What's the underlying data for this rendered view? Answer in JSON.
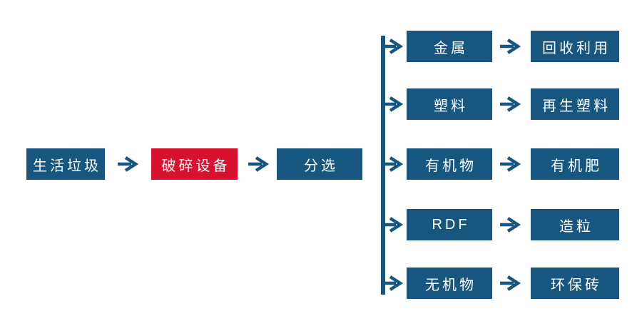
{
  "diagram": {
    "type": "flowchart",
    "title": "household-waste-processing-flow",
    "colors": {
      "node_blue": "#17567E",
      "node_red": "#D8112E",
      "connector_blue": "#17567E",
      "text_white": "#FFFFFF",
      "background": "#FFFFFF"
    },
    "main_flow": {
      "source_label": "生活垃圾",
      "process_label": "破碎设备",
      "sorting_label": "分选"
    },
    "branches": [
      {
        "output": "金属",
        "use": "回收利用"
      },
      {
        "output": "塑料",
        "use": "再生塑料"
      },
      {
        "output": "有机物",
        "use": "有机肥"
      },
      {
        "output": "RDF",
        "use": "造粒"
      },
      {
        "output": "无机物",
        "use": "环保砖"
      }
    ]
  }
}
